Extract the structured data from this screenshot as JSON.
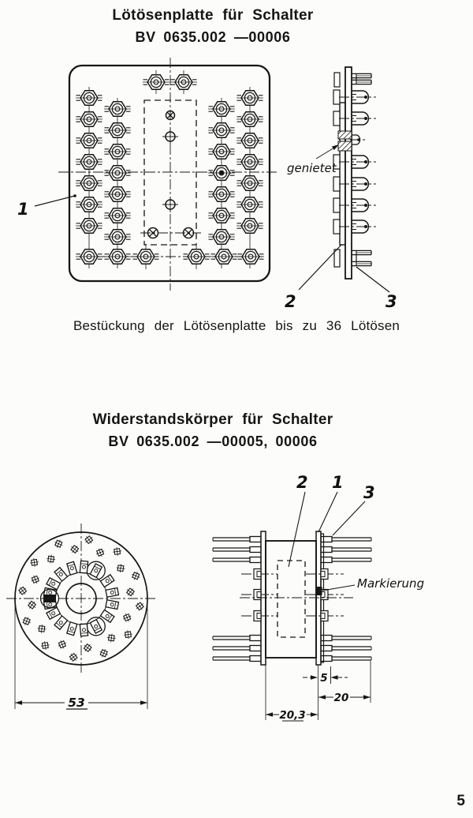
{
  "page": {
    "number": "5"
  },
  "figure1": {
    "title": "Lötösenplatte für Schalter",
    "subtitle": "BV 0635.002 —00006",
    "caption": "Bestückung der Lötösenplatte bis zu 36 Lötösen",
    "callouts": {
      "part1": "1",
      "part2": "2",
      "part3": "3",
      "riveted_note": "genietet"
    }
  },
  "figure2": {
    "title": "Widerstandskörper für Schalter",
    "subtitle": "BV 0635.002 —00005, 00006",
    "callouts": {
      "part1": "1",
      "part2": "2",
      "part3": "3",
      "marking_note": "Markierung"
    },
    "dimensions": {
      "disc_diameter": "53",
      "plate_offset": "5",
      "pin_length": "20",
      "body_width": "20,3"
    }
  }
}
